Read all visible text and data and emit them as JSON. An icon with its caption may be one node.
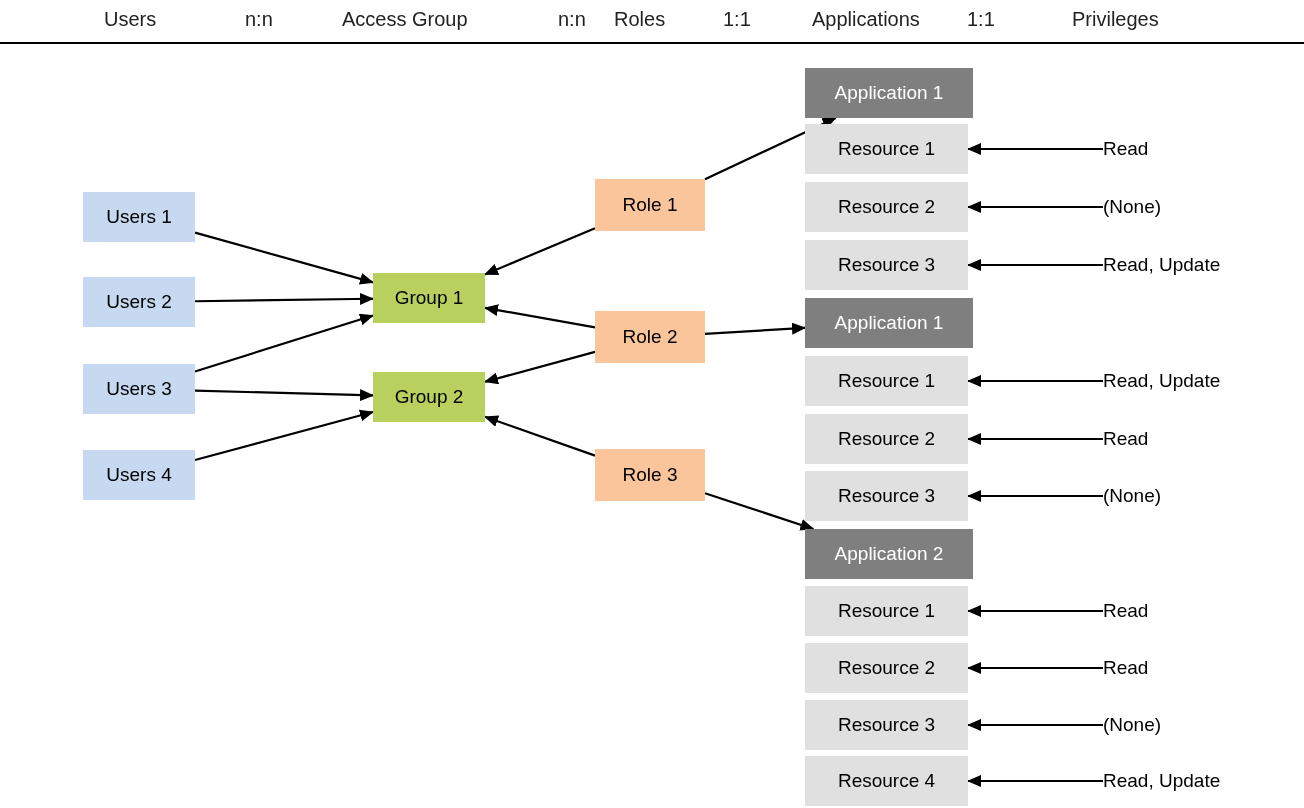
{
  "diagram": {
    "nodes": [
      {
        "text": [
          "Users 1"
        ]
      },
      {
        "text": [
          "Users 2"
        ]
      },
      {
        "text": [
          "Users 3"
        ]
      },
      {
        "text": [
          "Users 4"
        ]
      },
      {
        "text": [
          "Group 1"
        ]
      },
      {
        "text": [
          "Group 2"
        ]
      },
      {
        "text": [
          "Role 1"
        ]
      },
      {
        "text": [
          "Role 2"
        ]
      },
      {
        "text": [
          "Role 3"
        ]
      },
      {
        "text": [
          "Application 1"
        ]
      },
      {
        "text": [
          "Resource 1"
        ]
      },
      {
        "text": [
          "Resource 2"
        ]
      },
      {
        "text": [
          "Resource 3"
        ]
      },
      {
        "text": [
          "Application 1"
        ]
      },
      {
        "text": [
          "Resource 1"
        ]
      },
      {
        "text": [
          "Resource 2"
        ]
      },
      {
        "text": [
          "Resource 3"
        ]
      },
      {
        "text": [
          "Application 2"
        ]
      },
      {
        "text": [
          "Resource 1"
        ]
      },
      {
        "text": [
          "Resource 2"
        ]
      },
      {
        "text": [
          "Resource 3"
        ]
      },
      {
        "text": [
          "Resource 4"
        ]
      },
      {
        "text": [
          "Read"
        ]
      },
      {
        "text": [
          "(None)"
        ]
      },
      {
        "text": [
          "Read, Update"
        ]
      },
      {
        "text": [
          "Read, Update"
        ]
      },
      {
        "text": [
          "Read"
        ]
      },
      {
        "text": [
          "(None)"
        ]
      },
      {
        "text": [
          "Read"
        ]
      },
      {
        "text": [
          "Read"
        ]
      },
      {
        "text": [
          "(None)"
        ]
      },
      {
        "text": [
          "Read, Update"
        ]
      }
    ],
    "edges": [
      {
        "from": 0,
        "to": 4,
        "arrow": "to"
      },
      {
        "from": 1,
        "to": 4,
        "arrow": "to"
      },
      {
        "from": 2,
        "to": 4,
        "arrow": "to"
      },
      {
        "from": 2,
        "to": 5,
        "arrow": "to"
      },
      {
        "from": 3,
        "to": 5,
        "arrow": "to"
      },
      {
        "from": 6,
        "to": 4,
        "arrow": "to"
      },
      {
        "from": 7,
        "to": 4,
        "arrow": "to"
      },
      {
        "from": 7,
        "to": 5,
        "arrow": "to"
      },
      {
        "from": 8,
        "to": 5,
        "arrow": "to"
      },
      {
        "from": 6,
        "to": 9,
        "arrow": "to"
      },
      {
        "from": 7,
        "to": 13,
        "arrow": "to"
      },
      {
        "from": 8,
        "to": 17,
        "arrow": "to"
      },
      {
        "from": 22,
        "to": 10,
        "arrow": "to"
      },
      {
        "from": 23,
        "to": 11,
        "arrow": "to"
      },
      {
        "from": 24,
        "to": 12,
        "arrow": "to"
      },
      {
        "from": 25,
        "to": 14,
        "arrow": "to"
      },
      {
        "from": 26,
        "to": 15,
        "arrow": "to"
      },
      {
        "from": 27,
        "to": 16,
        "arrow": "to"
      },
      {
        "from": 28,
        "to": 18,
        "arrow": "to"
      },
      {
        "from": 29,
        "to": 19,
        "arrow": "to"
      },
      {
        "from": 30,
        "to": 20,
        "arrow": "to"
      },
      {
        "from": 31,
        "to": 21,
        "arrow": "to"
      }
    ],
    "labels": [
      "Users",
      "n:n",
      "Access Group",
      "n:n",
      "Roles",
      "1:1",
      "Applications",
      "1:1",
      "Privileges"
    ]
  }
}
